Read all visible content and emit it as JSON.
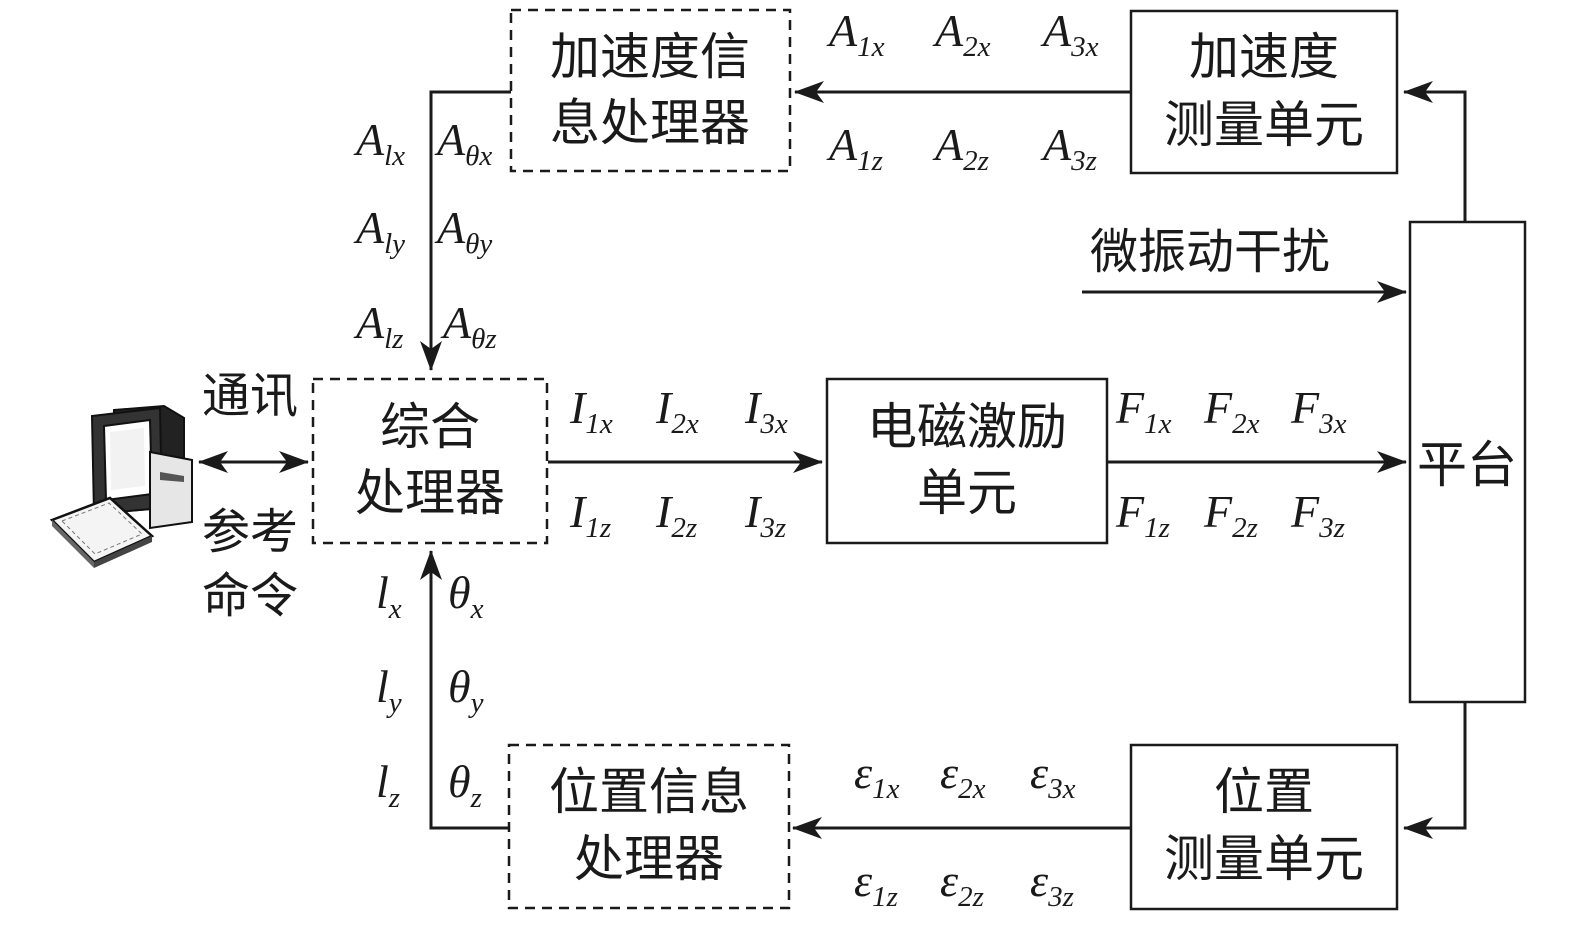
{
  "boxes": {
    "accel_proc": [
      "加速度信",
      "息处理器"
    ],
    "accel_meas": [
      "加速度",
      "测量单元"
    ],
    "platform": [
      "平台"
    ],
    "integrated": [
      "综合",
      "处理器"
    ],
    "em_exc": [
      "电磁激励",
      "单元"
    ],
    "pos_proc": [
      "位置信息",
      "处理器"
    ],
    "pos_meas": [
      "位置",
      "测量单元"
    ]
  },
  "labels": {
    "micro_vib": "微振动干扰",
    "comm": "通讯",
    "ref_cmd_1": "参考",
    "ref_cmd_2": "命令"
  },
  "signals": {
    "accel_top": [
      [
        "A",
        "1x"
      ],
      [
        "A",
        "2x"
      ],
      [
        "A",
        "3x"
      ]
    ],
    "accel_bottom": [
      [
        "A",
        "1z"
      ],
      [
        "A",
        "2z"
      ],
      [
        "A",
        "3z"
      ]
    ],
    "accel_proc_out_left": [
      [
        "A",
        "lx"
      ],
      [
        "A",
        "ly"
      ],
      [
        "A",
        "lz"
      ]
    ],
    "accel_proc_out_right": [
      [
        "A",
        "θx"
      ],
      [
        "A",
        "θy"
      ],
      [
        "A",
        "θz"
      ]
    ],
    "current_top": [
      [
        "I",
        "1x"
      ],
      [
        "I",
        "2x"
      ],
      [
        "I",
        "3x"
      ]
    ],
    "current_bottom": [
      [
        "I",
        "1z"
      ],
      [
        "I",
        "2z"
      ],
      [
        "I",
        "3z"
      ]
    ],
    "force_top": [
      [
        "F",
        "1x"
      ],
      [
        "F",
        "2x"
      ],
      [
        "F",
        "3x"
      ]
    ],
    "force_bottom": [
      [
        "F",
        "1z"
      ],
      [
        "F",
        "2z"
      ],
      [
        "F",
        "3z"
      ]
    ],
    "pos_left": [
      [
        "l",
        "x"
      ],
      [
        "l",
        "y"
      ],
      [
        "l",
        "z"
      ]
    ],
    "pos_right": [
      [
        "θ",
        "x"
      ],
      [
        "θ",
        "y"
      ],
      [
        "θ",
        "z"
      ]
    ],
    "eps_top": [
      [
        "ε",
        "1x"
      ],
      [
        "ε",
        "2x"
      ],
      [
        "ε",
        "3x"
      ]
    ],
    "eps_bottom": [
      [
        "ε",
        "1z"
      ],
      [
        "ε",
        "2z"
      ],
      [
        "ε",
        "3z"
      ]
    ]
  },
  "icons": {
    "computer": "desktop-computer-icon"
  },
  "colors": {
    "stroke": "#1a1a1a",
    "background": "#ffffff"
  }
}
